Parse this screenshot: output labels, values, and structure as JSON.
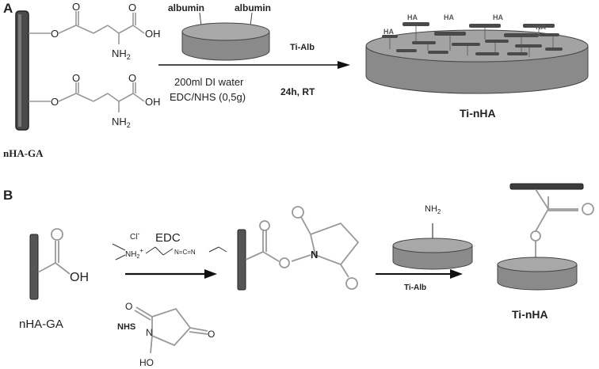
{
  "panelA": {
    "label": "A",
    "left_label": "nHA-GA",
    "atom_o": "O",
    "atom_oh": "OH",
    "atom_nh2": "NH",
    "sub2": "2",
    "albumin_left": "albumin",
    "albumin_right": "albumin",
    "ti_alb": "Ti-Alb",
    "cond_line1": "200ml DI water",
    "cond_line2": "EDC/NHS (0,5g)",
    "time_temp": "24h, RT",
    "product": "Ti-nHA",
    "ha_tag": "HA"
  },
  "panelB": {
    "label": "B",
    "edc_label": "EDC",
    "edc_cl": "Cl",
    "edc_cl_charge": "-",
    "edc_nh": "NH",
    "edc_charge": "+",
    "edc_chain": "N=C=N",
    "nhs_label": "NHS",
    "nhs_oh": "HO",
    "nhs_n": "N",
    "atom_o": "O",
    "atom_oh": "OH",
    "ester_n": "N",
    "nh2": "NH",
    "sub2": "2",
    "ti_alb": "Ti-Alb",
    "left_label": "nHA-GA",
    "product": "Ti-nHA"
  },
  "colors": {
    "rod": "#555555",
    "disk_side": "#8a8a8a",
    "disk_top": "#a8a8a8",
    "bond": "#9a9a9a",
    "text": "#222222"
  }
}
